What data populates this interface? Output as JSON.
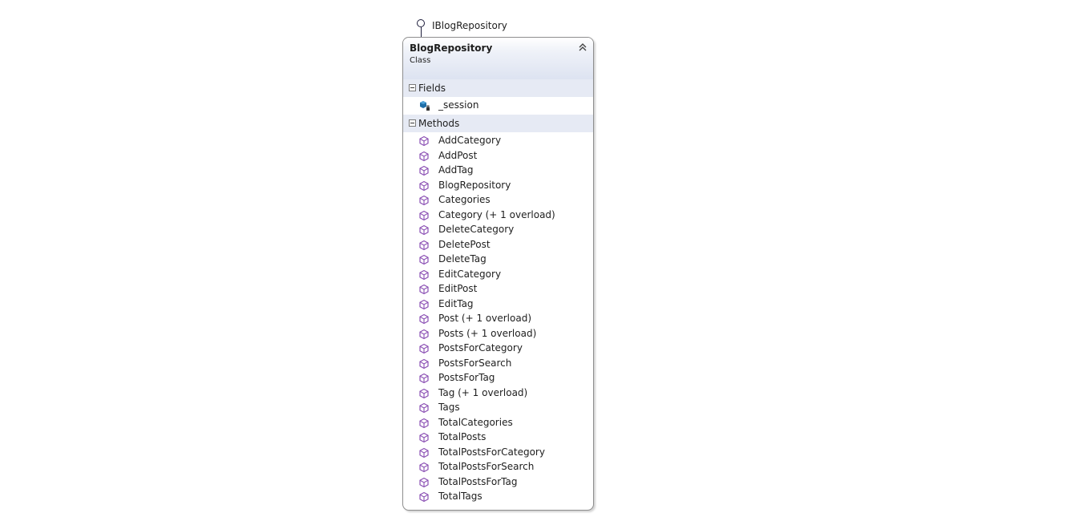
{
  "interface": {
    "name": "IBlogRepository",
    "icon": "interface-lollipop-icon"
  },
  "class": {
    "name": "BlogRepository",
    "stereotype": "Class",
    "collapse_icon": "double-chevron-up-icon"
  },
  "fields_section": {
    "label": "Fields",
    "items": [
      {
        "label": "_session",
        "icon": "private-field-icon"
      }
    ]
  },
  "methods_section": {
    "label": "Methods",
    "items": [
      {
        "label": "AddCategory"
      },
      {
        "label": "AddPost"
      },
      {
        "label": "AddTag"
      },
      {
        "label": "BlogRepository"
      },
      {
        "label": "Categories"
      },
      {
        "label": "Category (+ 1 overload)"
      },
      {
        "label": "DeleteCategory"
      },
      {
        "label": "DeletePost"
      },
      {
        "label": "DeleteTag"
      },
      {
        "label": "EditCategory"
      },
      {
        "label": "EditPost"
      },
      {
        "label": "EditTag"
      },
      {
        "label": "Post (+ 1 overload)"
      },
      {
        "label": "Posts (+ 1 overload)"
      },
      {
        "label": "PostsForCategory"
      },
      {
        "label": "PostsForSearch"
      },
      {
        "label": "PostsForTag"
      },
      {
        "label": "Tag (+ 1 overload)"
      },
      {
        "label": "Tags"
      },
      {
        "label": "TotalCategories"
      },
      {
        "label": "TotalPosts"
      },
      {
        "label": "TotalPostsForCategory"
      },
      {
        "label": "TotalPostsForSearch"
      },
      {
        "label": "TotalPostsForTag"
      },
      {
        "label": "TotalTags"
      }
    ],
    "icon": "method-cube-icon"
  },
  "colors": {
    "method_icon": "#8a4fb3",
    "field_icon": "#1f6fa8",
    "header_gradient_end": "#dde3f1",
    "section_header": "#e6eaf4"
  }
}
